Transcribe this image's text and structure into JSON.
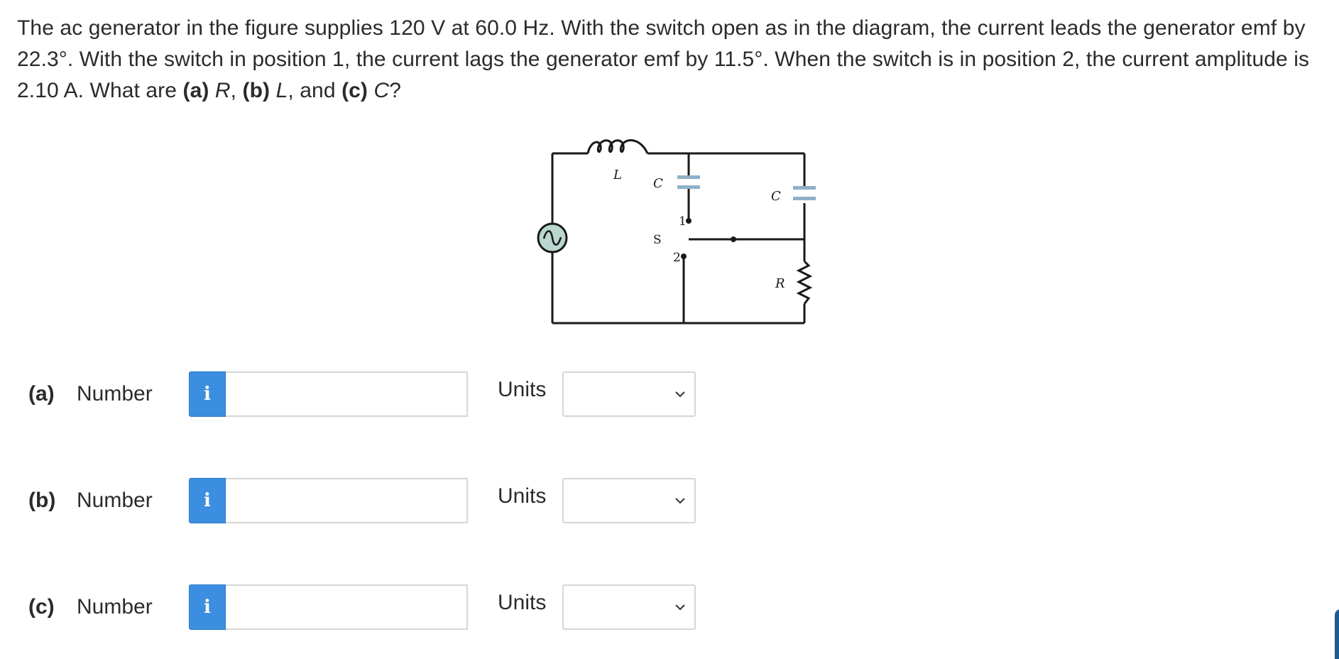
{
  "question": {
    "t1": "The ac generator in the figure supplies 120 V at 60.0 Hz. With the switch open as in the diagram, the current leads the generator emf by 22.3°. With the switch in position 1, the current lags the generator emf by 11.5°. When the switch is in position 2, the current amplitude is 2.10 A. What are ",
    "a_tag": "(a)",
    "a_var": "R",
    "sep1": ", ",
    "b_tag": "(b)",
    "b_var": "L",
    "sep2": ", and ",
    "c_tag": "(c)",
    "c_var": "C",
    "end": "?"
  },
  "figure": {
    "inductor_label": "L",
    "cap1_label": "C",
    "cap2_label": "C",
    "switch_label": "S",
    "pos1_label": "1",
    "pos2_label": "2",
    "resistor_label": "R",
    "component_color": "#8fb0c8",
    "source_color": "#b9d6cf"
  },
  "parts": [
    {
      "tag": "(a)",
      "number_label": "Number",
      "info_icon": "i",
      "value": "",
      "units_label": "Units",
      "units_value": ""
    },
    {
      "tag": "(b)",
      "number_label": "Number",
      "info_icon": "i",
      "value": "",
      "units_label": "Units",
      "units_value": ""
    },
    {
      "tag": "(c)",
      "number_label": "Number",
      "info_icon": "i",
      "value": "",
      "units_label": "Units",
      "units_value": ""
    }
  ],
  "colors": {
    "info_button": "#3b8ee0",
    "text": "#2b2b2b",
    "input_border": "#d6d6d6"
  }
}
